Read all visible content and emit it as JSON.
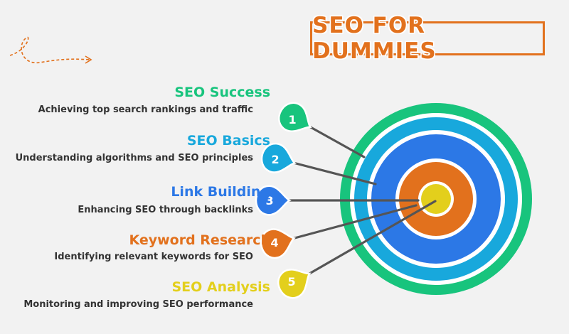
{
  "title": "SEO FOR DUMMIES",
  "colors": {
    "green": "#18c47d",
    "cyan": "#18a8dc",
    "blue": "#2c78e6",
    "orange": "#e2711d",
    "yellow": "#e3cf1c",
    "background": "#f2f2f2"
  },
  "items": [
    {
      "number": "1",
      "title": "SEO Success",
      "description": "Achieving top search rankings and traffic",
      "color": "#18c47d"
    },
    {
      "number": "2",
      "title": "SEO Basics",
      "description": "Understanding algorithms and SEO principles",
      "color": "#18a8dc"
    },
    {
      "number": "3",
      "title": "Link Building",
      "description": "Enhancing SEO through backlinks",
      "color": "#2c78e6"
    },
    {
      "number": "4",
      "title": "Keyword Research",
      "description": "Identifying relevant keywords for SEO",
      "color": "#e2711d"
    },
    {
      "number": "5",
      "title": "SEO Analysis",
      "description": "Monitoring and improving SEO performance",
      "color": "#e3cf1c"
    }
  ],
  "icons": [
    "dashed-arrow-icon",
    "target-icon",
    "dart-icon"
  ]
}
